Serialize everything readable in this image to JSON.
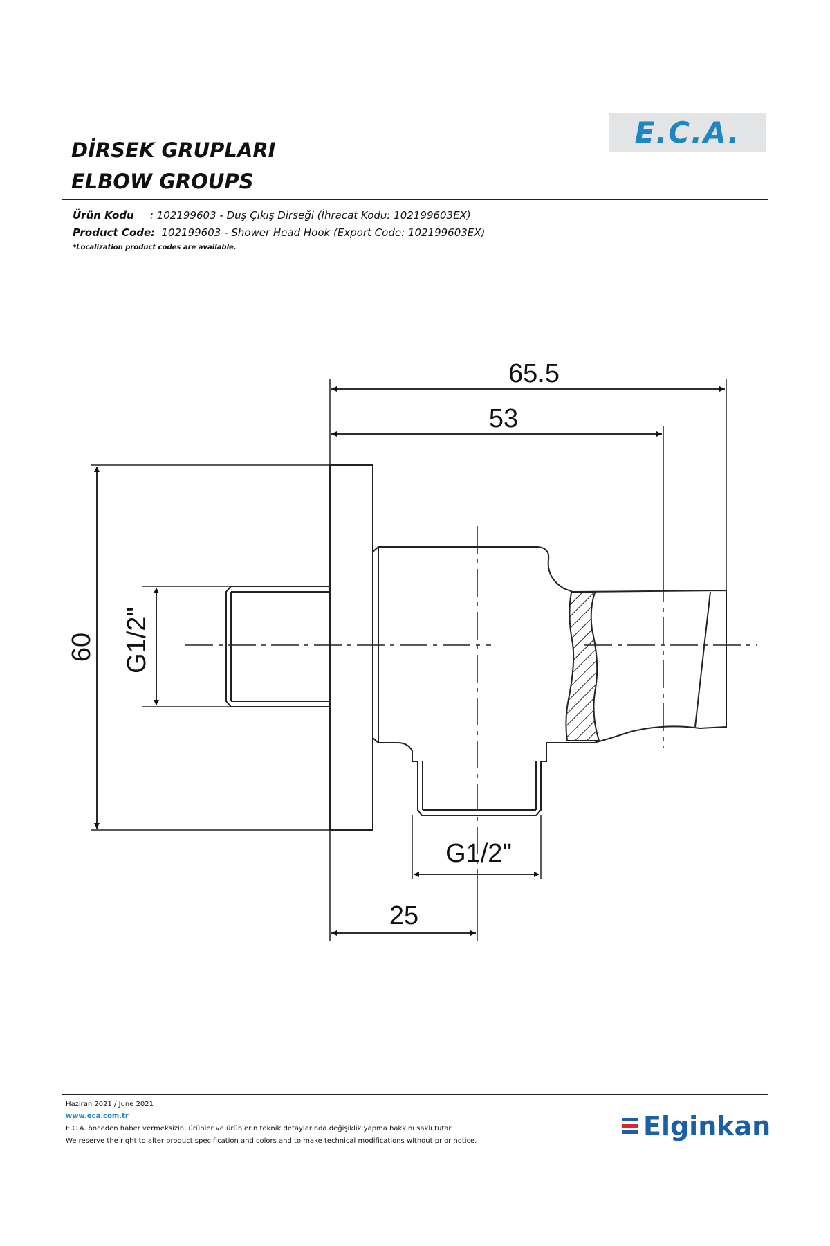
{
  "header": {
    "brand": "E.C.A.",
    "title_tr": "DİRSEK GRUPLARI",
    "title_en": "ELBOW GROUPS"
  },
  "product": {
    "code_label_tr": "Ürün Kodu",
    "code_value_tr": ": 102199603 - Duş Çıkış Dirseği (İhracat Kodu: 102199603EX)",
    "code_label_en": "Product Code:",
    "code_value_en": "102199603 - Shower Head Hook (Export Code: 102199603EX)",
    "note": "*Localization product codes are available."
  },
  "dimensions": {
    "overall_length": "65.5",
    "hook_length": "53",
    "height": "60",
    "inlet_thread": "G1/2\"",
    "outlet_thread": "G1/2\"",
    "outlet_offset": "25"
  },
  "footer": {
    "date": "Haziran 2021 / June 2021",
    "website": "www.eca.com.tr",
    "disclaimer_tr": "E.C.A. önceden haber vermeksizin, ürünler ve ürünlerin teknik detaylarında değişiklik yapma hakkını saklı tutar.",
    "disclaimer_en": "We reserve the right to alter product specification and colors and to make technical modifications without prior notice.",
    "company": "Elginkan"
  },
  "colors": {
    "brand_blue": "#1f86c3",
    "elginkan_blue": "#1b5fa6",
    "elginkan_red": "#d9262c"
  }
}
